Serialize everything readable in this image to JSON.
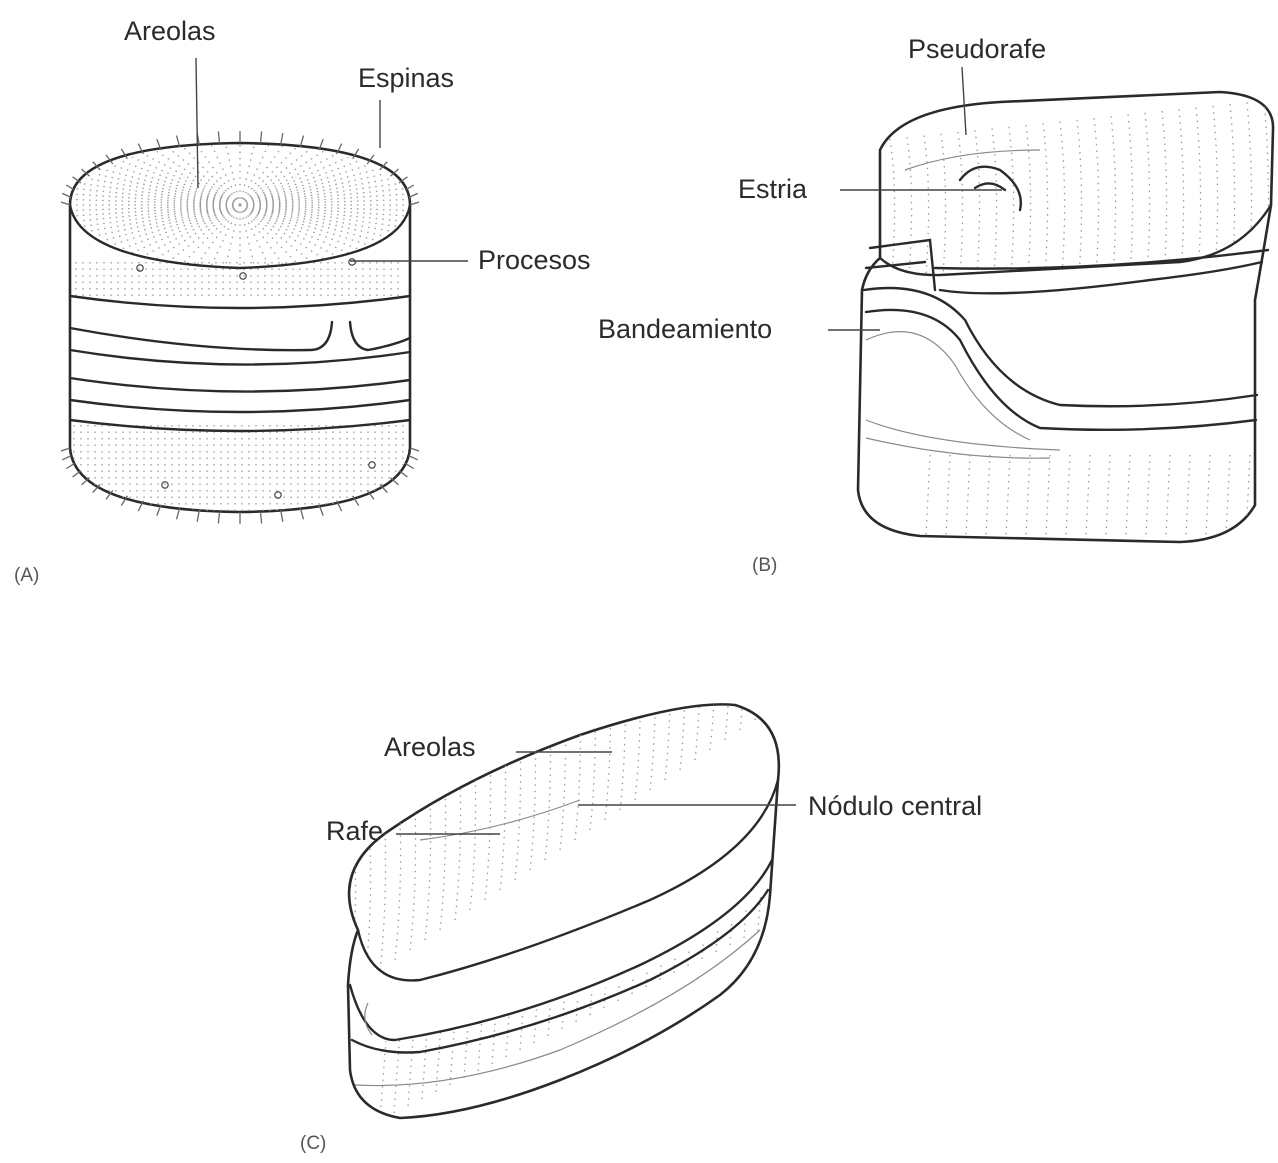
{
  "panels": {
    "a": {
      "id": "(A)",
      "labels": {
        "areolas": "Areolas",
        "espinas": "Espinas",
        "procesos": "Procesos"
      }
    },
    "b": {
      "id": "(B)",
      "labels": {
        "pseudorafe": "Pseudorafe",
        "estria": "Estria",
        "bandeamiento": "Bandeamiento"
      }
    },
    "c": {
      "id": "(C)",
      "labels": {
        "areolas": "Areolas",
        "nodulo_central": "Nódulo central",
        "rafe": "Rafe"
      }
    }
  },
  "colors": {
    "ink": "#2a2a2a",
    "ornament": "#9a9a9a",
    "background": "#ffffff"
  }
}
